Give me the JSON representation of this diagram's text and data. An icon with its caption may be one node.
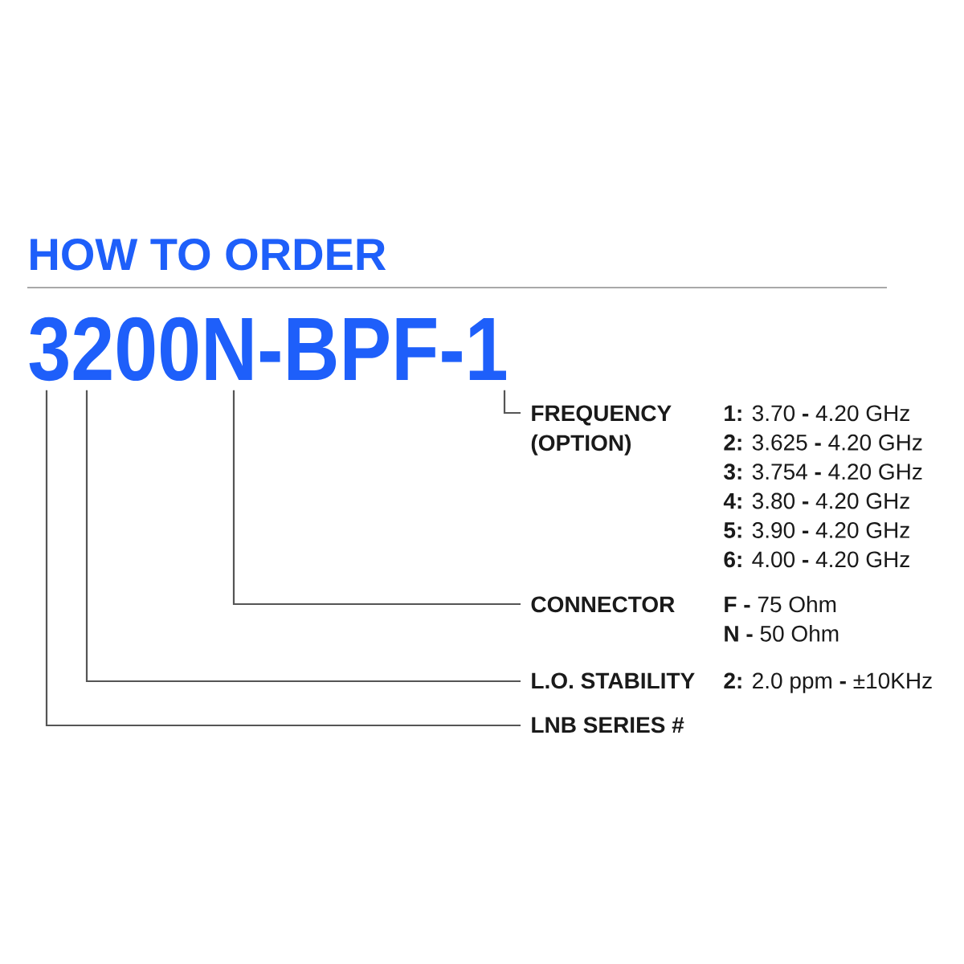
{
  "diagram": {
    "title": "HOW TO ORDER",
    "nodes": [
      {
        "text": [
          "3200N-BPF-1"
        ]
      },
      {
        "text": [
          "FREQUENCY (OPTION)"
        ],
        "beside": [
          "**1:** 3.70 **-** 4.20 GHz",
          "**2:** 3.625 **-** 4.20 GHz",
          "**3:** 3.754 **-** 4.20 GHz",
          "**4:** 3.80 **-** 4.20 GHz",
          "**5:** 3.90 **-** 4.20 GHz",
          "**6:** 4.00 **-** 4.20 GHz"
        ]
      },
      {
        "text": [
          "CONNECTOR"
        ],
        "beside": [
          "**F -** 75 Ohm",
          "**N -** 50 Ohm"
        ]
      },
      {
        "text": [
          "L.O. STABILITY"
        ],
        "beside": [
          "**2:** 2.0 ppm **-** ±10KHz"
        ]
      },
      {
        "text": [
          "LNB SERIES #"
        ]
      }
    ],
    "edges": [
      {
        "from": 1,
        "to": 0,
        "arrow": "none"
      },
      {
        "from": 2,
        "to": 0,
        "arrow": "none"
      },
      {
        "from": 3,
        "to": 0,
        "arrow": "none"
      },
      {
        "from": 4,
        "to": 0,
        "arrow": "none"
      }
    ]
  }
}
